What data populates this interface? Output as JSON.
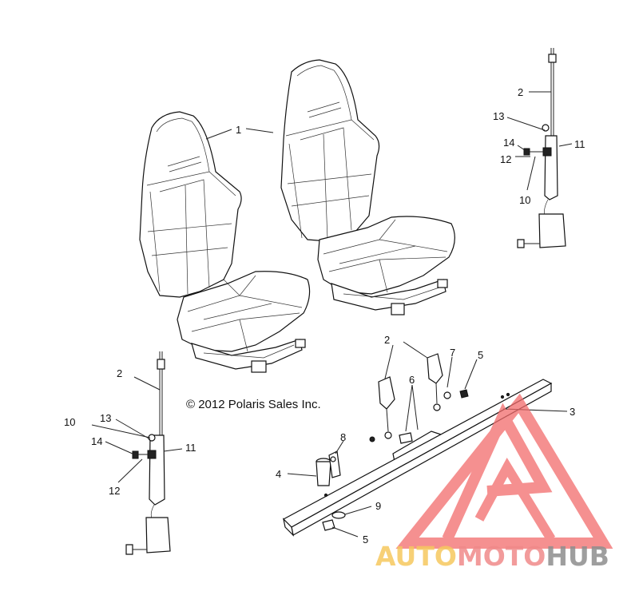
{
  "copyright": "© 2012 Polaris Sales Inc.",
  "callouts": {
    "c1": "1",
    "c2_top": "2",
    "c13_top": "13",
    "c14_top": "14",
    "c11_top": "11",
    "c12_top": "12",
    "c10_top": "10",
    "c2_mid": "2",
    "c7": "7",
    "c5_top": "5",
    "c6": "6",
    "c3": "3",
    "c8": "8",
    "c4": "4",
    "c9": "9",
    "c5_bot": "5",
    "c2_left": "2",
    "c10_left": "10",
    "c13_left": "13",
    "c14_left": "14",
    "c11_left": "11",
    "c12_left": "12"
  },
  "watermark": {
    "part1": "AUTO",
    "part2": "MOTO",
    "part3": "HUB",
    "color1": "#f6c85f",
    "color2": "#f08a8a",
    "color3": "#8e8e8e",
    "logo_color": "#f26b6b"
  }
}
